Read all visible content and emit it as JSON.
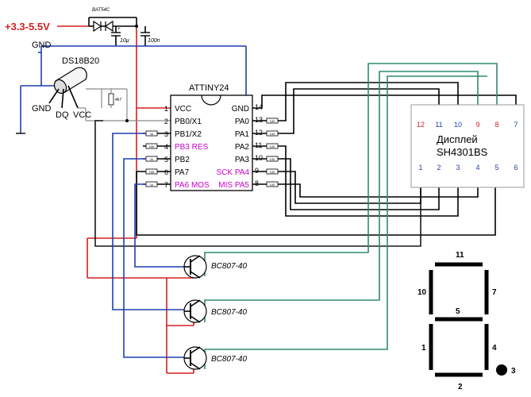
{
  "colors": {
    "power": "#d42020",
    "ground": "#1f3fb0",
    "segment_wire": "#2e8b6a",
    "port_label": "#cc00cc",
    "display_red_pin": "#d42020",
    "display_blue_pin": "#1f3fb0"
  },
  "power": {
    "supply_label": "+3.3-5.5V",
    "diode_label": "BAT54C",
    "cap1_label": "10µ",
    "cap1_plus": "+",
    "cap2_label": "100n",
    "gnd_label": "GND"
  },
  "sensor": {
    "name": "DS18B20",
    "pins": [
      "GND",
      "DQ",
      "VCC"
    ],
    "gnd_label": "GND",
    "pullup_label": "4k7"
  },
  "mcu": {
    "name": "ATTINY24",
    "left_pins": [
      {
        "num": "1",
        "label": "VCC",
        "highlight": false
      },
      {
        "num": "2",
        "label": "PB0/X1",
        "highlight": false
      },
      {
        "num": "3",
        "label": "PB1/X2",
        "highlight": false
      },
      {
        "num": "4",
        "label": "PB3 RES",
        "highlight": true
      },
      {
        "num": "5",
        "label": "PB2",
        "highlight": false
      },
      {
        "num": "6",
        "label": "PA7",
        "highlight": false
      },
      {
        "num": "7",
        "label": "PA6 MOS",
        "highlight": true
      }
    ],
    "right_pins": [
      {
        "num": "14",
        "label": "GND",
        "highlight": false
      },
      {
        "num": "13",
        "label": "PA0",
        "highlight": false
      },
      {
        "num": "12",
        "label": "PA1",
        "highlight": false
      },
      {
        "num": "11",
        "label": "PA2",
        "highlight": false
      },
      {
        "num": "10",
        "label": "PA3",
        "highlight": false
      },
      {
        "num": "9",
        "label": "SCK PA4",
        "highlight": true
      },
      {
        "num": "8",
        "label": "MIS PA5",
        "highlight": true
      }
    ],
    "left_resistor_labels": [
      "1k",
      "10k",
      "1k",
      "10k",
      "1k"
    ],
    "right_resistor_labels": [
      "100",
      "100",
      "100",
      "100",
      "100",
      "100"
    ]
  },
  "display": {
    "title_line1": "Дисплей",
    "title_line2": "SH4301BS",
    "top_pins": [
      {
        "num": "12",
        "color": "red"
      },
      {
        "num": "11",
        "color": "blue"
      },
      {
        "num": "10",
        "color": "blue"
      },
      {
        "num": "9",
        "color": "red"
      },
      {
        "num": "8",
        "color": "red"
      },
      {
        "num": "7",
        "color": "blue"
      }
    ],
    "bottom_pins": [
      {
        "num": "1",
        "color": "blue"
      },
      {
        "num": "2",
        "color": "blue"
      },
      {
        "num": "3",
        "color": "blue"
      },
      {
        "num": "4",
        "color": "blue"
      },
      {
        "num": "5",
        "color": "blue"
      },
      {
        "num": "6",
        "color": "blue"
      }
    ]
  },
  "transistors": [
    "BC807-40",
    "BC807-40",
    "BC807-40"
  ],
  "segment_map": {
    "top": "11",
    "upper_left": "10",
    "upper_right": "7",
    "middle": "5",
    "lower_left": "1",
    "lower_right": "4",
    "bottom": "2",
    "dot": "3"
  }
}
